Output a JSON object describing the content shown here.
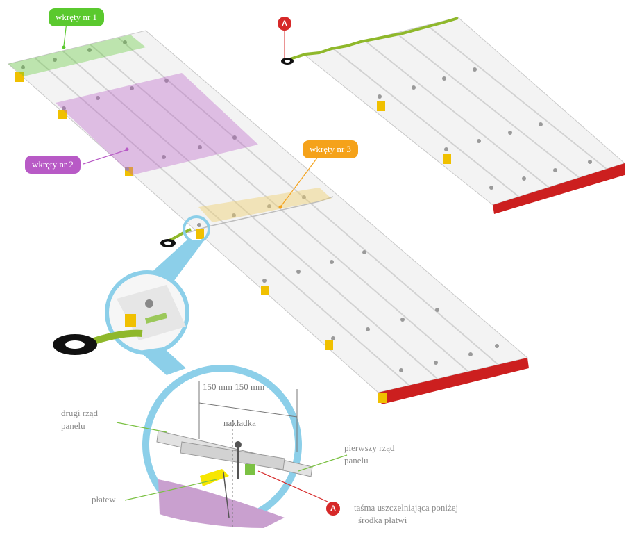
{
  "labels": {
    "wkrety1": "wkręty nr 1",
    "wkrety2": "wkręty nr 2",
    "wkrety3": "wkręty nr 3",
    "dimension": "150 mm 150 mm",
    "naklad": "nakładka",
    "drugi_line1": "drugi rząd",
    "drugi_line2": "panelu",
    "pierwszy_line1": "pierwszy rząd",
    "pierwszy_line2": "panelu",
    "platew": "płatew",
    "tasma_line1": "taśma uszczelniająca poniżej",
    "tasma_line2": "środka płatwi",
    "marker": "A"
  },
  "colors": {
    "green": "#5ac92e",
    "purple": "#b85ac6",
    "orange": "#f5a21a",
    "blue": "#8ccfe9",
    "red": "#d62828",
    "panel": "#f0f0f0",
    "panel_edge": "#c9c9c9",
    "purlin": "#f0c000"
  }
}
